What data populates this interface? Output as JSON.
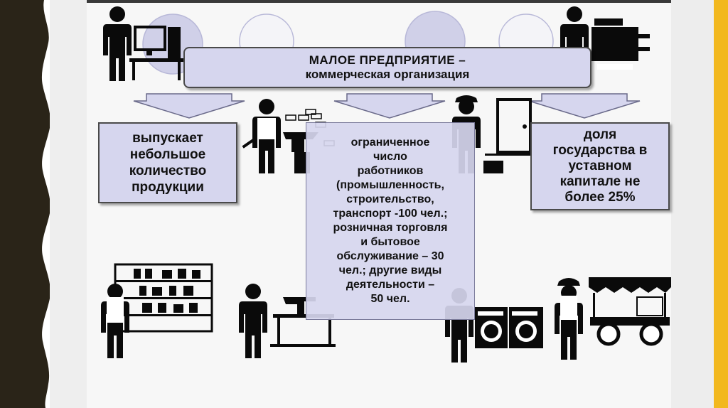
{
  "slide": {
    "title_line1": "МАЛОЕ ПРЕДПРИЯТИЕ –",
    "title_line2": "коммерческая организация",
    "left_box_text": "выпускает\nнебольшое\nколичество\nпродукции",
    "center_box_text": "ограниченное\nчисло\nработников\n(промышленность,\nстроительство,\nтранспорт -100 чел.;\nрозничная торговля\nи бытовое\nобслуживание – 30\nчел.; другие виды\nдеятельности –\n50 чел.",
    "right_box_text": "доля\nгосударства в\nуставном\nкапитале не\nболее 25%"
  },
  "colors": {
    "box_fill": "#d6d6ee",
    "box_border": "#4a4a4a",
    "arrow_fill": "#d6d6ee",
    "figure_fill": "#0a0a0a",
    "left_band": "#2a2418",
    "right_accent": "#f2b81e",
    "circle_fill": "#d0d0e8"
  },
  "icons": {
    "office_worker": "person-at-computer-icon",
    "copier_worker": "person-with-copier-icon",
    "blacksmith": "blacksmith-anvil-icon",
    "courier": "worker-with-door-and-case-icon",
    "shop_clerk": "shop-clerk-shelves-icon",
    "tailor": "tailor-sewing-machine-icon",
    "laundry_worker": "laundry-washing-machines-icon",
    "street_vendor": "street-food-cart-icon"
  }
}
